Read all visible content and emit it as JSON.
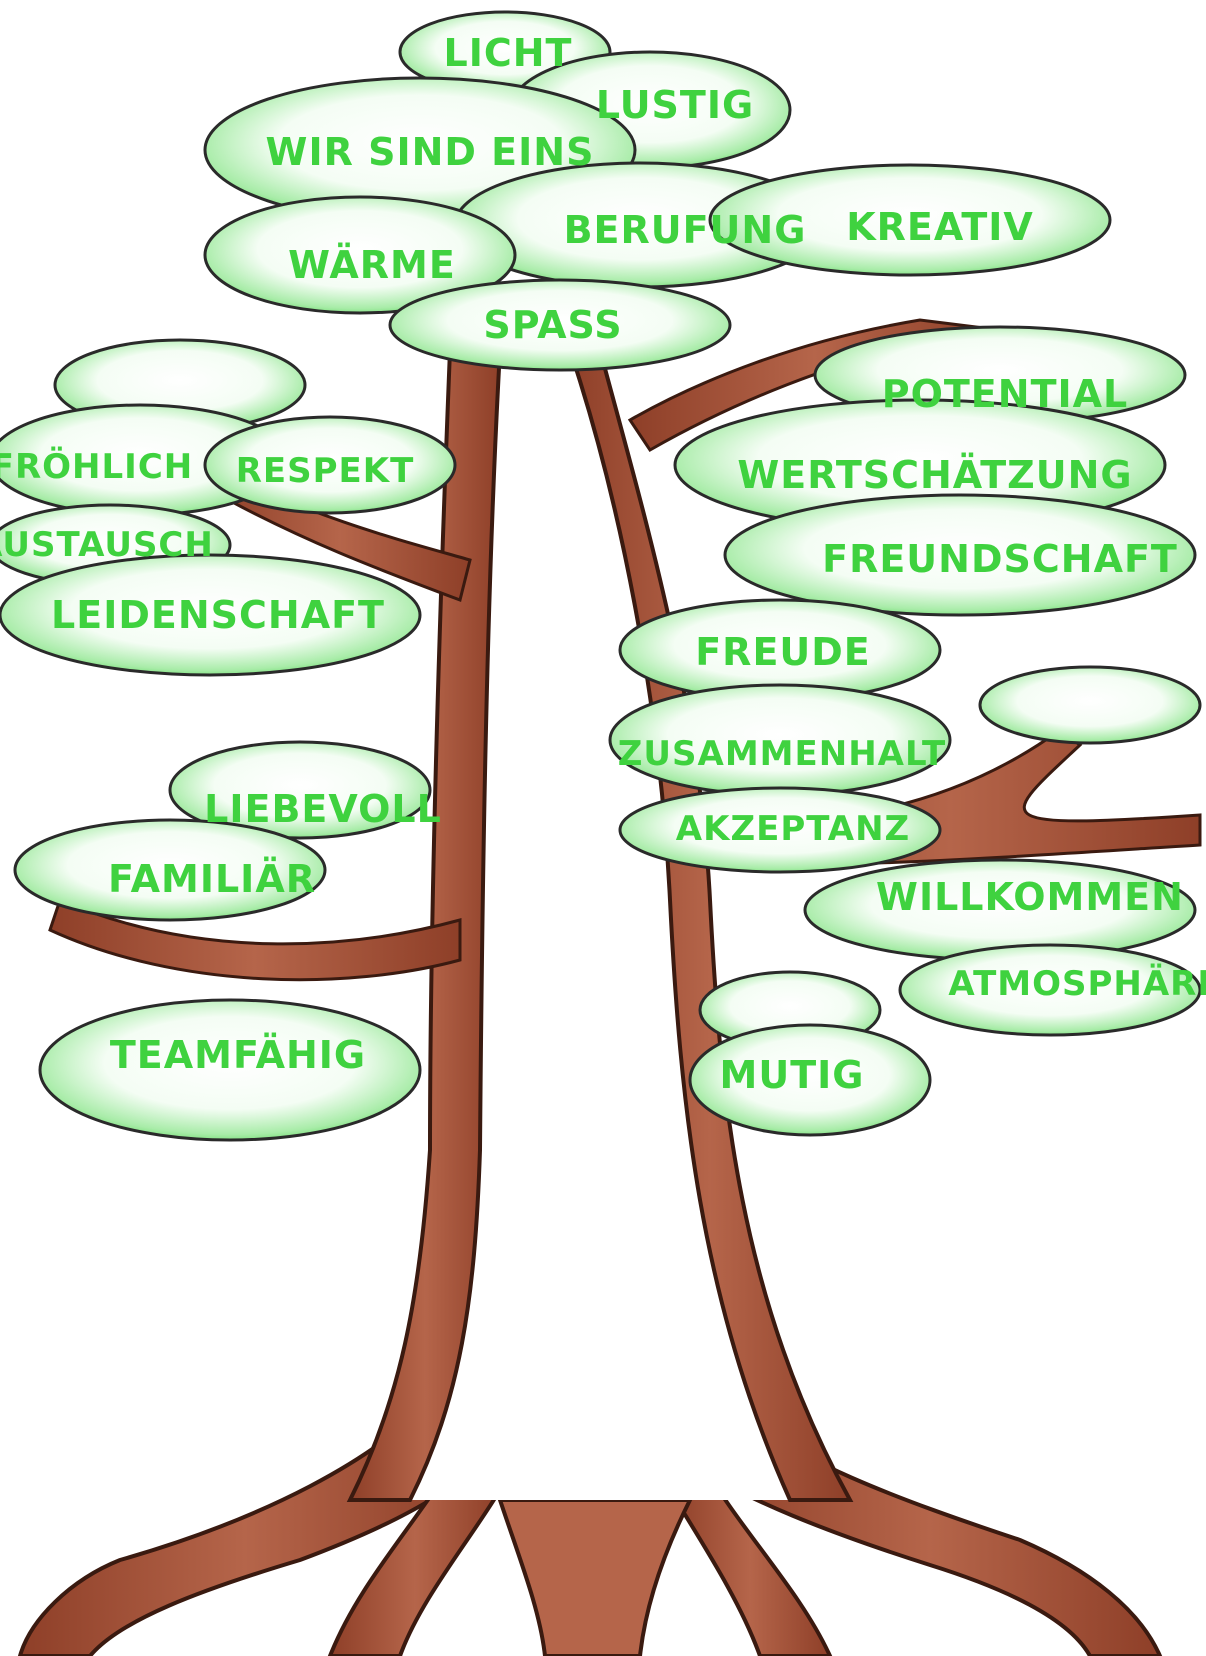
{
  "words": {
    "licht": "LICHT",
    "lustig": "LUSTIG",
    "wir_sind_eins": "WIR SIND EINS",
    "berufung": "BERUFUNG",
    "kreativ": "KREATIV",
    "waerme": "WÄRME",
    "spass": "SPASS",
    "potential": "POTENTIAL",
    "froehlich": "FRÖHLICH",
    "respekt": "RESPEKT",
    "wertschaetzung": "WERTSCHÄTZUNG",
    "austausch": "AUSTAUSCH",
    "freundschaft": "FREUNDSCHAFT",
    "leidenschaft": "LEIDENSCHAFT",
    "freude": "FREUDE",
    "zusammenhalt": "ZUSAMMENHALT",
    "liebevoll": "LIEBEVOLL",
    "akzeptanz": "AKZEPTANZ",
    "familiaer": "FAMILIÄR",
    "willkommen": "WILLKOMMEN",
    "atmosphaere": "ATMOSPHÄRE",
    "teamfaehig": "TEAMFÄHIG",
    "mutig": "MUTIG"
  },
  "colors": {
    "leaf_edge": "#2a2a2a",
    "leaf_light": "#f2fcf2",
    "leaf_green": "#6fe06f",
    "word_green": "#3fd23f",
    "bark": "#9b4a30",
    "bark_dark": "#6b2f1e"
  }
}
